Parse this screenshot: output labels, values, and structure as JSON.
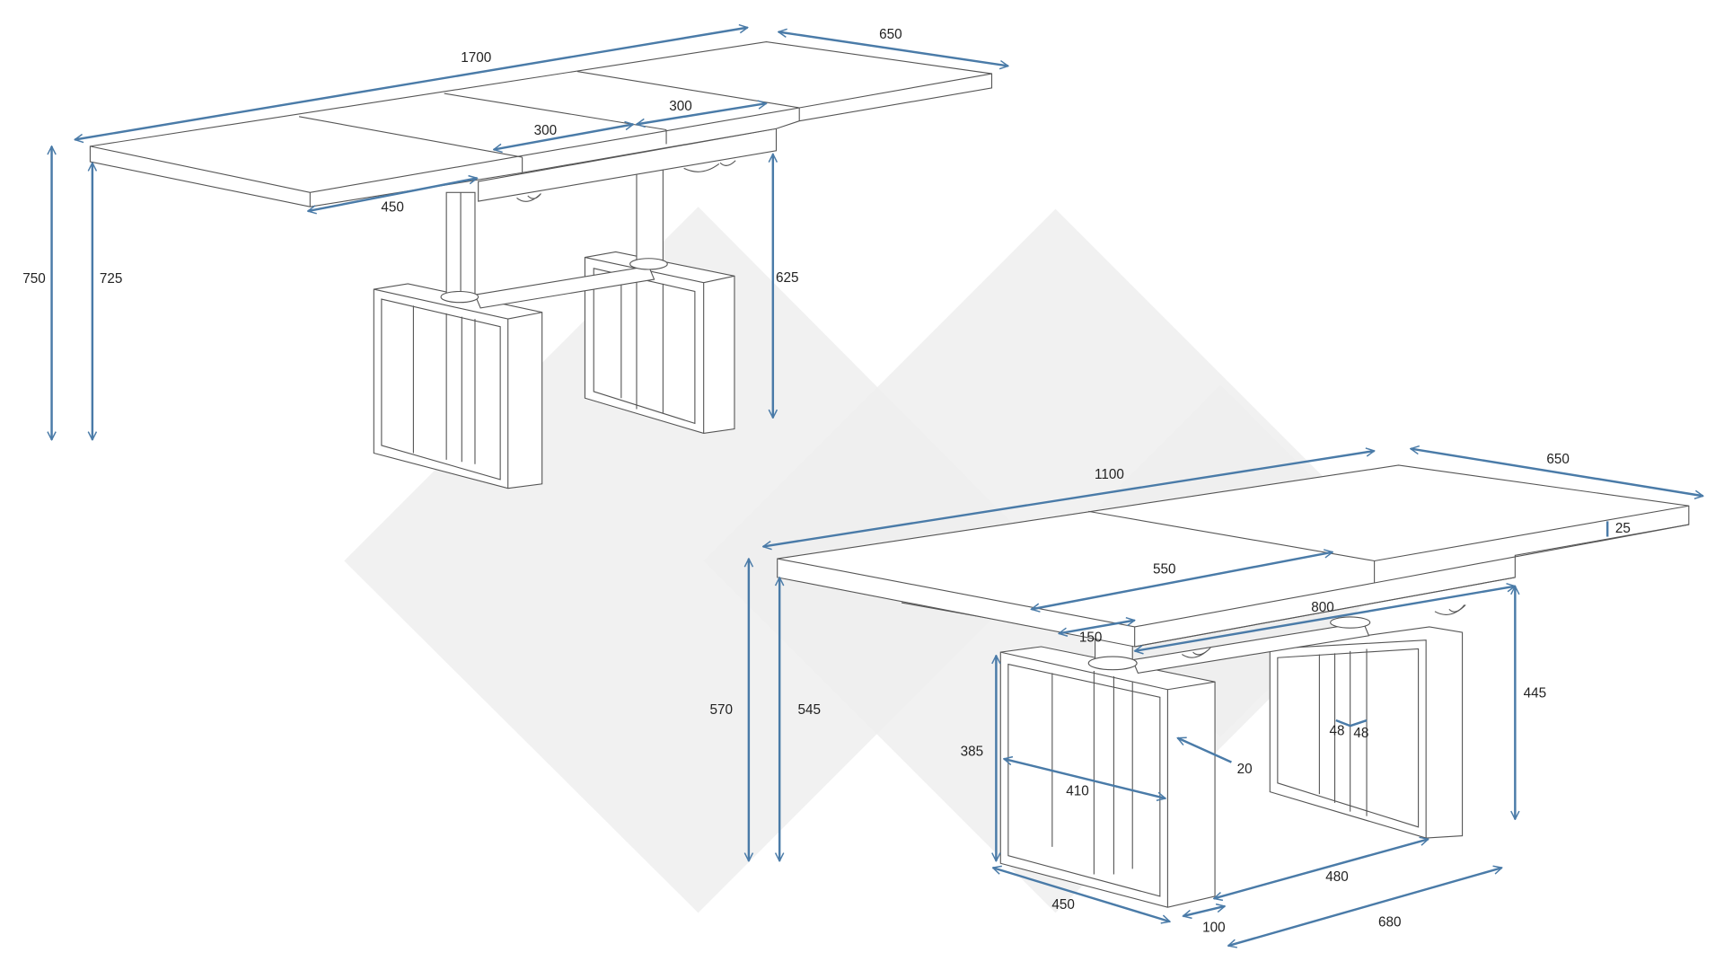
{
  "colors": {
    "dimension_line": "#4a7ba8",
    "drawing_line": "#555555",
    "watermark": "#eeeeee"
  },
  "extended_view": {
    "dimensions": [
      "1700",
      "650",
      "300",
      "300",
      "450",
      "750",
      "725",
      "625"
    ]
  },
  "compact_view": {
    "dimensions": [
      "1100",
      "650",
      "25",
      "550",
      "800",
      "150",
      "570",
      "545",
      "385",
      "410",
      "20",
      "48",
      "48",
      "445",
      "450",
      "100",
      "480",
      "680"
    ]
  }
}
